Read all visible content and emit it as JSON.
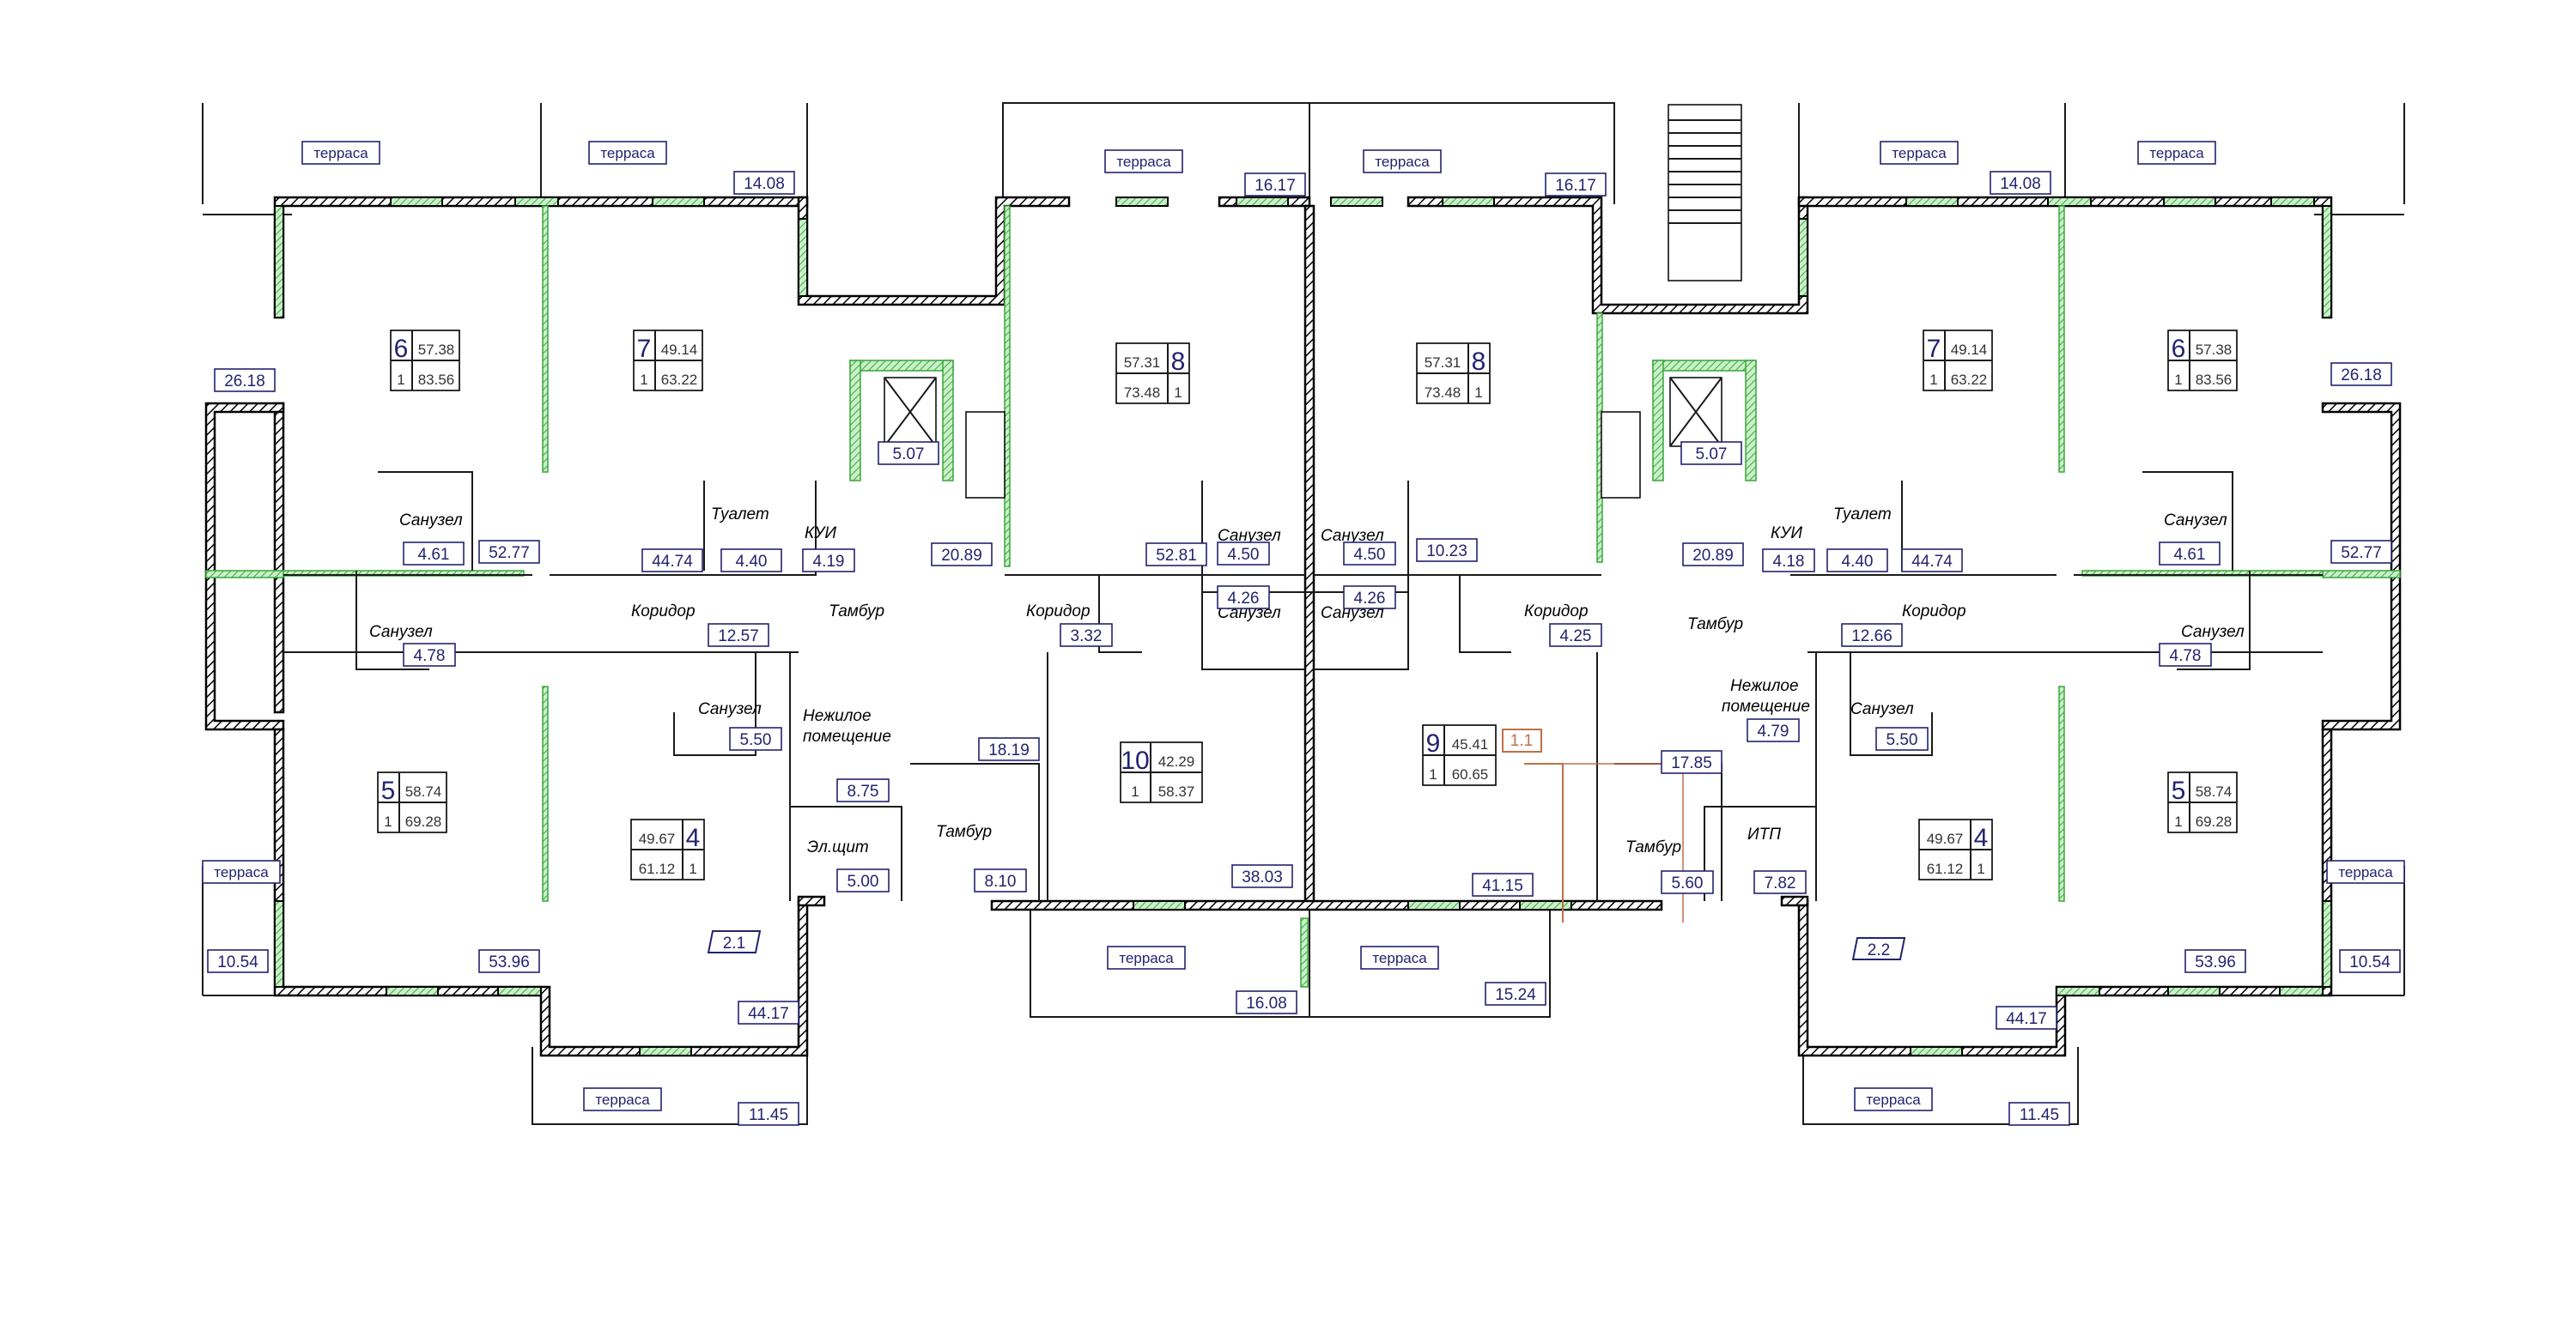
{
  "rooms": {
    "terrace": "терраса",
    "bathroom": "Санузел",
    "toilet": "Туалет",
    "kui": "КУИ",
    "corridor": "Коридор",
    "vestibule": "Тамбур",
    "nonres_1": "Нежилое",
    "nonres_2": "помещение",
    "elpanel": "Эл.щит",
    "itp": "ИТП"
  },
  "markers": {
    "sec_left": "2.1",
    "sec_right": "2.2",
    "sec_mid": "1.1"
  },
  "apartments": [
    {
      "id": "6",
      "sub": "1",
      "living": "57.38",
      "total": "83.56"
    },
    {
      "id": "7",
      "sub": "1",
      "living": "49.14",
      "total": "63.22"
    },
    {
      "id": "8",
      "sub": "1",
      "living": "57.31",
      "total": "73.48"
    },
    {
      "id": "8",
      "sub": "1",
      "living": "57.31",
      "total": "73.48"
    },
    {
      "id": "7",
      "sub": "1",
      "living": "49.14",
      "total": "63.22"
    },
    {
      "id": "6",
      "sub": "1",
      "living": "57.38",
      "total": "83.56"
    },
    {
      "id": "5",
      "sub": "1",
      "living": "58.74",
      "total": "69.28"
    },
    {
      "id": "4",
      "sub": "1",
      "living": "49.67",
      "total": "61.12"
    },
    {
      "id": "10",
      "sub": "1",
      "living": "42.29",
      "total": "58.37"
    },
    {
      "id": "9",
      "sub": "1",
      "living": "45.41",
      "total": "60.65"
    },
    {
      "id": "4",
      "sub": "1",
      "living": "49.67",
      "total": "61.12"
    },
    {
      "id": "5",
      "sub": "1",
      "living": "58.74",
      "total": "69.28"
    }
  ],
  "areas": {
    "a1": "14.08",
    "a2": "16.17",
    "a3": "16.17",
    "a4": "14.08",
    "a5": "26.18",
    "a6": "26.18",
    "a7": "5.07",
    "a8": "5.07",
    "a9": "4.61",
    "a10": "4.61",
    "a11": "52.77",
    "a12": "52.77",
    "a13": "44.74",
    "a14": "44.74",
    "a15": "4.40",
    "a16": "4.40",
    "a17": "4.19",
    "a18": "4.18",
    "a19": "20.89",
    "a20": "20.89",
    "a21": "52.81",
    "a22": "10.23",
    "a23": "4.50",
    "a24": "4.50",
    "a25": "4.26",
    "a26": "4.26",
    "a27": "12.57",
    "a28": "12.66",
    "a29": "4.78",
    "a30": "4.78",
    "a31": "3.32",
    "a32": "4.25",
    "a33": "5.50",
    "a34": "5.50",
    "a35": "8.75",
    "a36": "4.79",
    "a37": "18.19",
    "a38": "17.85",
    "a39": "5.00",
    "a40": "8.10",
    "a41": "38.03",
    "a42": "41.15",
    "a43": "5.60",
    "a44": "7.82",
    "a45": "10.54",
    "a46": "10.54",
    "a47": "53.96",
    "a48": "53.96",
    "a49": "44.17",
    "a50": "44.17",
    "a51": "16.08",
    "a52": "15.24",
    "a53": "11.45",
    "a54": "11.45"
  },
  "colors": {
    "ink": "#23236f",
    "partition": "#3aa63a",
    "wall": "#000000",
    "section_line": "#c0704a"
  }
}
